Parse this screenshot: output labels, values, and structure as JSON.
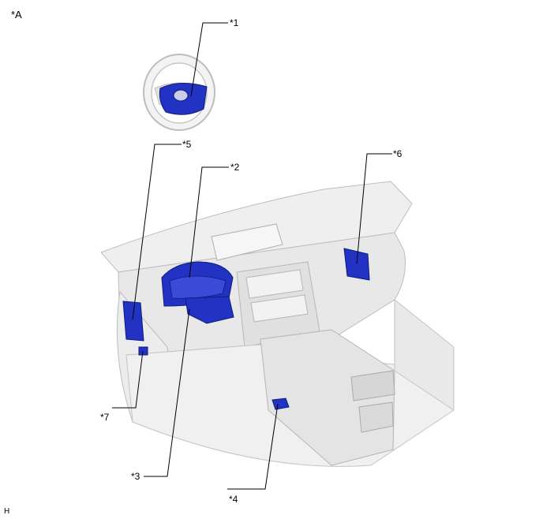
{
  "view_label": "*A",
  "corner_code": "H",
  "callouts": [
    {
      "id": "1",
      "text": "*1"
    },
    {
      "id": "2",
      "text": "*2"
    },
    {
      "id": "3",
      "text": "*3"
    },
    {
      "id": "4",
      "text": "*4"
    },
    {
      "id": "5",
      "text": "*5"
    },
    {
      "id": "6",
      "text": "*6"
    },
    {
      "id": "7",
      "text": "*7"
    }
  ],
  "colors": {
    "interior_fill": "#efefef",
    "interior_shade": "#dcdcdc",
    "interior_edge": "#bdbdbd",
    "component_blue": "#2233c4",
    "component_dark": "#101b7a",
    "leader": "#000000"
  }
}
